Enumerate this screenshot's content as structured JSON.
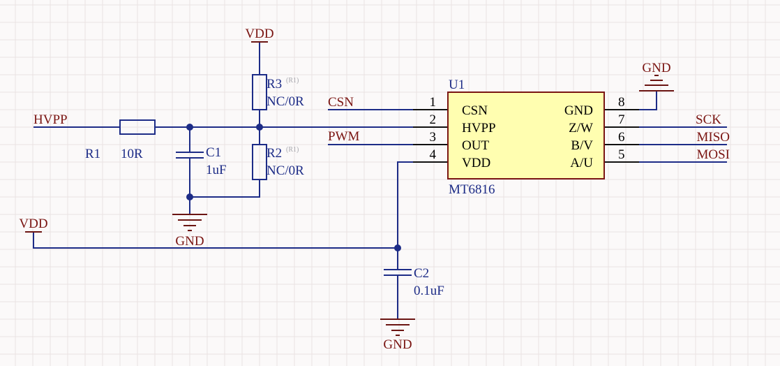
{
  "nets": {
    "vdd_top": "VDD",
    "vdd_left": "VDD",
    "hvpp": "HVPP",
    "csn": "CSN",
    "pwm": "PWM",
    "gnd_c1": "GND",
    "gnd_c2": "GND",
    "gnd_u1": "GND",
    "sck": "SCK",
    "miso": "MISO",
    "mosi": "MOSI"
  },
  "components": {
    "r1": {
      "designator": "R1",
      "value": "10R"
    },
    "r2": {
      "designator": "R2",
      "value": "NC/0R",
      "suffix": "(R1)"
    },
    "r3": {
      "designator": "R3",
      "value": "NC/0R",
      "suffix": "(R1)"
    },
    "c1": {
      "designator": "C1",
      "value": "1uF"
    },
    "c2": {
      "designator": "C2",
      "value": "0.1uF"
    }
  },
  "u1": {
    "designator": "U1",
    "part": "MT6816",
    "left_pins": [
      {
        "num": "1",
        "name": "CSN"
      },
      {
        "num": "2",
        "name": "HVPP"
      },
      {
        "num": "3",
        "name": "OUT"
      },
      {
        "num": "4",
        "name": "VDD"
      }
    ],
    "right_pins": [
      {
        "num": "8",
        "name": "GND"
      },
      {
        "num": "7",
        "name": "Z/W"
      },
      {
        "num": "6",
        "name": "B/V"
      },
      {
        "num": "5",
        "name": "A/U"
      }
    ]
  },
  "colors": {
    "wire": "#1d2c87",
    "net_label": "#7a1512",
    "chip_fill": "#fffeb0",
    "grid": "#e9e3e3"
  }
}
